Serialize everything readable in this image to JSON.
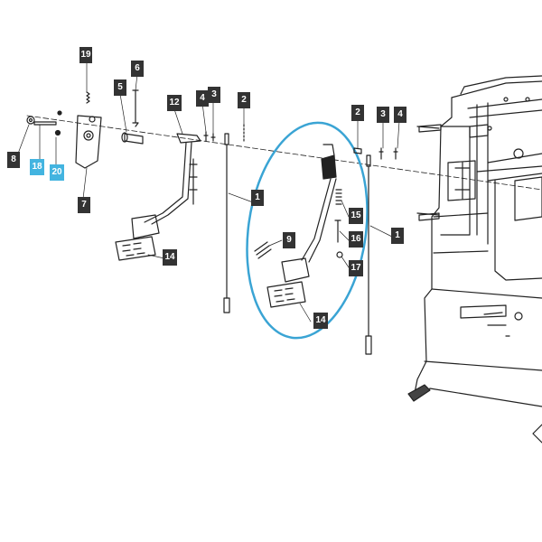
{
  "colors": {
    "label_dark": "#333333",
    "label_highlight": "#43b4e0",
    "highlight_ring": "#3aa4d4",
    "line": "#222222"
  },
  "callouts": {
    "c19": "19",
    "c6": "6",
    "c5": "5",
    "c12": "12",
    "c4a": "4",
    "c3a": "3",
    "c2a": "2",
    "c8": "8",
    "c18": "18",
    "c20": "20",
    "c7": "7",
    "c1a": "1",
    "c14a": "14",
    "c9": "9",
    "c15": "15",
    "c16": "16",
    "c17": "17",
    "c14b": "14",
    "c2b": "2",
    "c3b": "3",
    "c4b": "4",
    "c1b": "1"
  },
  "highlighted_parts": [
    "18",
    "20"
  ],
  "highlighted_assembly": "brake-pedal-assembly"
}
